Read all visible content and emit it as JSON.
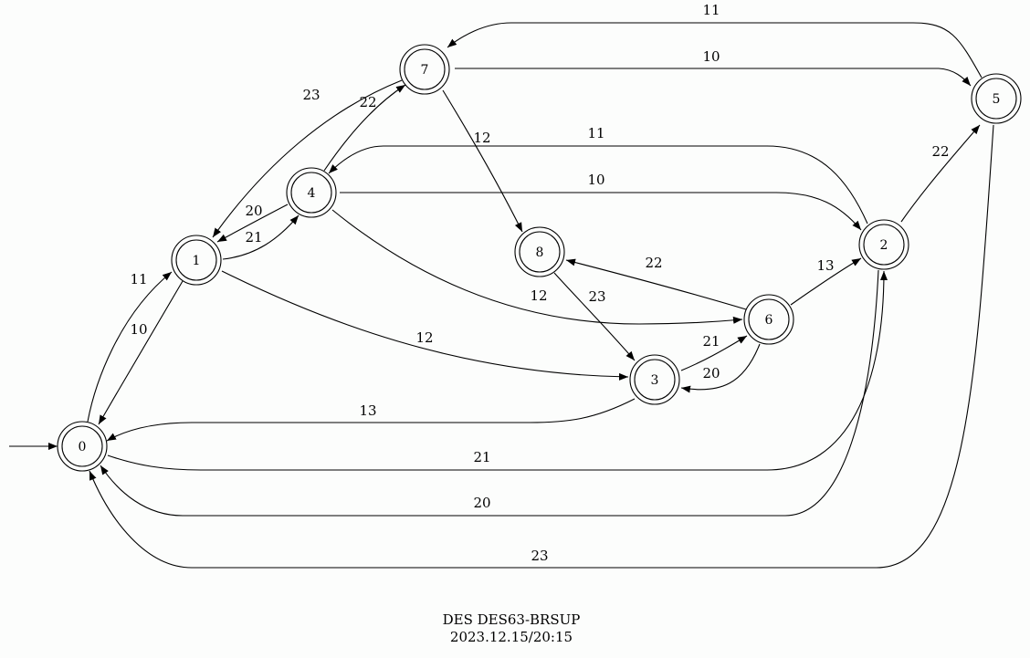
{
  "diagram": {
    "states": [
      {
        "id": "0",
        "label": "0",
        "initial": true,
        "marked": true
      },
      {
        "id": "1",
        "label": "1",
        "marked": true
      },
      {
        "id": "2",
        "label": "2",
        "marked": true
      },
      {
        "id": "3",
        "label": "3",
        "marked": true
      },
      {
        "id": "4",
        "label": "4",
        "marked": true
      },
      {
        "id": "5",
        "label": "5",
        "marked": true
      },
      {
        "id": "6",
        "label": "6",
        "marked": true
      },
      {
        "id": "7",
        "label": "7",
        "marked": true
      },
      {
        "id": "8",
        "label": "8",
        "marked": true
      }
    ],
    "transitions": [
      {
        "from": "0",
        "to": "1",
        "label": "11"
      },
      {
        "from": "1",
        "to": "0",
        "label": "10"
      },
      {
        "from": "1",
        "to": "4",
        "label": "21"
      },
      {
        "from": "4",
        "to": "1",
        "label": "20"
      },
      {
        "from": "7",
        "to": "1",
        "label": "23"
      },
      {
        "from": "4",
        "to": "7",
        "label": "22"
      },
      {
        "from": "7",
        "to": "5",
        "label": "10"
      },
      {
        "from": "5",
        "to": "7",
        "label": "11"
      },
      {
        "from": "7",
        "to": "8",
        "label": "12"
      },
      {
        "from": "2",
        "to": "4",
        "label": "11"
      },
      {
        "from": "4",
        "to": "2",
        "label": "10"
      },
      {
        "from": "2",
        "to": "5",
        "label": "22"
      },
      {
        "from": "4",
        "to": "6",
        "label": "12"
      },
      {
        "from": "6",
        "to": "8",
        "label": "22"
      },
      {
        "from": "6",
        "to": "2",
        "label": "13"
      },
      {
        "from": "8",
        "to": "3",
        "label": "23"
      },
      {
        "from": "1",
        "to": "3",
        "label": "12"
      },
      {
        "from": "3",
        "to": "6",
        "label": "21"
      },
      {
        "from": "6",
        "to": "3",
        "label": "20"
      },
      {
        "from": "3",
        "to": "0",
        "label": "13"
      },
      {
        "from": "0",
        "to": "2",
        "label": "21"
      },
      {
        "from": "2",
        "to": "0",
        "label": "20"
      },
      {
        "from": "5",
        "to": "0",
        "label": "23"
      }
    ]
  },
  "caption": {
    "line1": "DES DES63-BRSUP",
    "line2": "2023.12.15/20:15"
  }
}
